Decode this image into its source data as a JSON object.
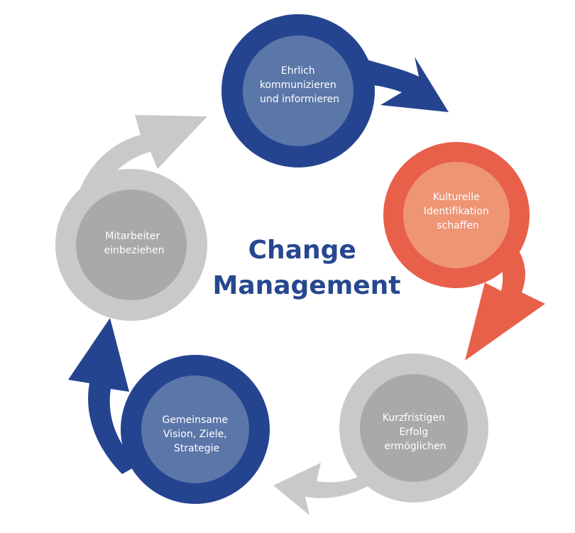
{
  "title": {
    "line1": "Change",
    "line2": "Management",
    "color": "#27488f"
  },
  "steps": [
    {
      "line1": "Ehrlich",
      "line2": "kommunizieren",
      "line3": "und informieren",
      "ring_color": "#254490",
      "inner_color": "#5b76a9"
    },
    {
      "line1": "Kulturelle",
      "line2": "Identifikation",
      "line3": "schaffen",
      "ring_color": "#e8604a",
      "inner_color": "#ee9574"
    },
    {
      "line1": "Kurzfristigen",
      "line2": "Erfolg",
      "line3": "ermöglichen",
      "ring_color": "#c9c9c9",
      "inner_color": "#a9a9a9"
    },
    {
      "line1": "Gemeinsame",
      "line2": "Vision, Ziele,",
      "line3": "Strategie",
      "ring_color": "#254490",
      "inner_color": "#5b76a9"
    },
    {
      "line1": "Mitarbeiter",
      "line2": "einbeziehen",
      "line3": "",
      "ring_color": "#c9c9c9",
      "inner_color": "#a9a9a9"
    }
  ]
}
